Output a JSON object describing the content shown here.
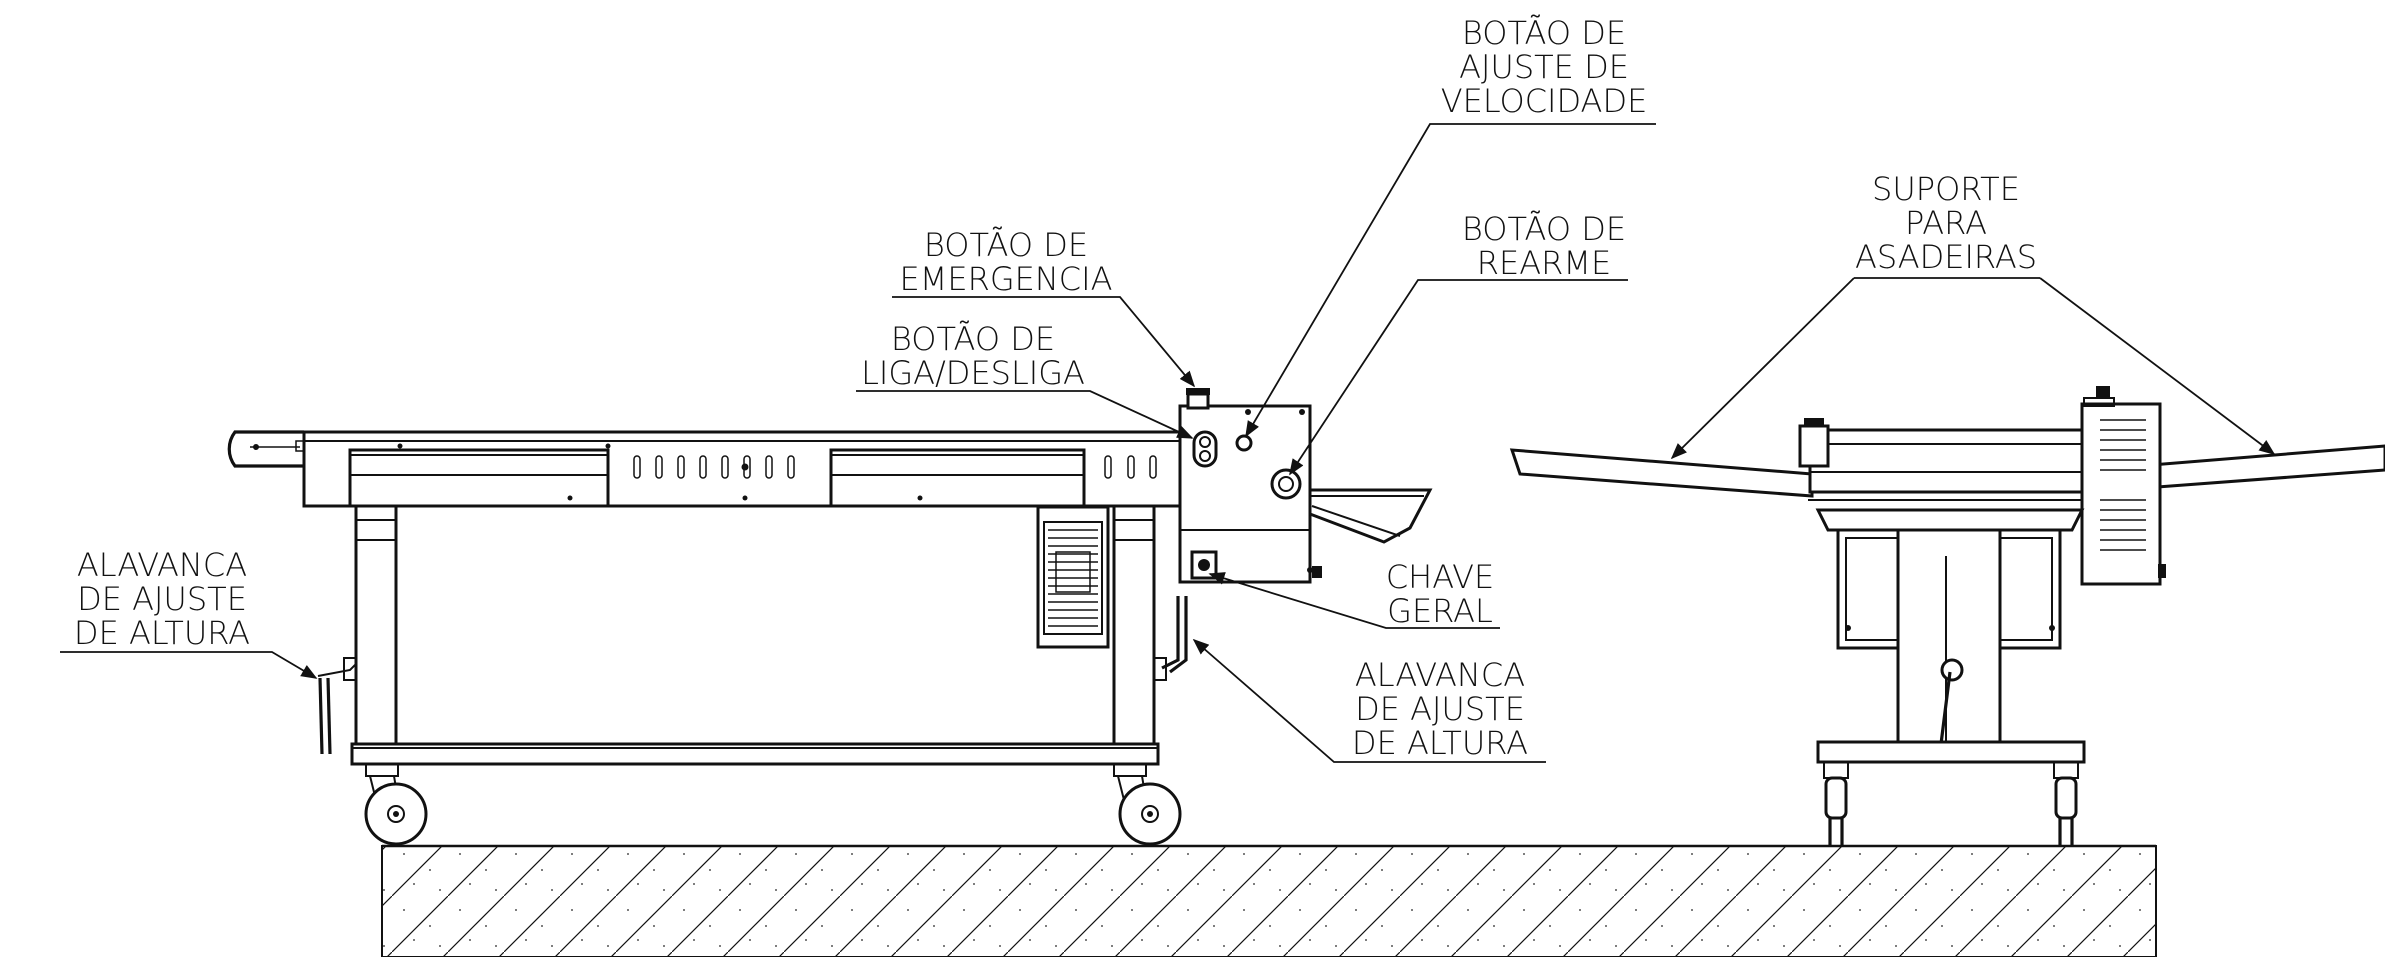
{
  "labels": {
    "speed_button": [
      "BOTÃO DE",
      "AJUSTE DE",
      "VELOCIDADE"
    ],
    "emergency_button": [
      "BOTÃO DE",
      "EMERGENCIA"
    ],
    "onoff_button": [
      "BOTÃO DE",
      "LIGA/DESLIGA"
    ],
    "reset_button": [
      "BOTÃO DE",
      "REARME"
    ],
    "pan_support": [
      "SUPORTE",
      "PARA",
      "ASADEIRAS"
    ],
    "main_switch": [
      "CHAVE",
      "GERAL"
    ],
    "height_lever_left": [
      "ALAVANCA",
      "DE AJUSTE",
      "DE ALTURA"
    ],
    "height_lever_right": [
      "ALAVANCA",
      "DE AJUSTE",
      "DE ALTURA"
    ]
  },
  "colors": {
    "ink": "#111111",
    "background": "#ffffff"
  }
}
